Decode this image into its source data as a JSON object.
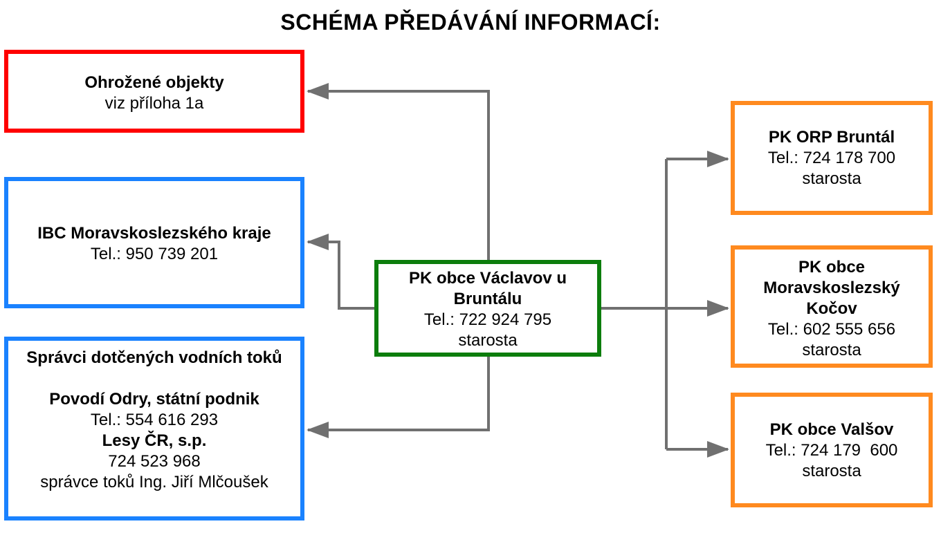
{
  "title": "SCHÉMA PŘEDÁVÁNÍ INFORMACÍ:",
  "colors": {
    "red": "#ff0000",
    "blue": "#1a82ff",
    "green": "#0c7d0c",
    "orange": "#ff8a1f",
    "arrow": "#707070"
  },
  "boxes": {
    "ohrozene": {
      "heading": "Ohrožené objekty",
      "line1": "viz příloha 1a"
    },
    "ibc": {
      "heading": "IBC Moravskoslezského kraje",
      "phone": "Tel.: 950 739 201"
    },
    "spravci": {
      "heading": "Správci dotčených vodních toků",
      "org1": "Povodí Odry, státní podnik",
      "org1_phone": "Tel.: 554 616 293",
      "org2": "Lesy ČR, s.p.",
      "org2_phone": "724 523 968",
      "org2_contact": "správce toků Ing. Jiří Mlčoušek"
    },
    "center": {
      "heading1": "PK obce Václavov u",
      "heading2": "Bruntálu",
      "phone": "Tel.: 722 924 795",
      "role": "starosta"
    },
    "orp": {
      "heading": "PK ORP Bruntál",
      "phone": "Tel.: 724 178 700",
      "role": "starosta"
    },
    "kocov": {
      "heading1": "PK obce",
      "heading2": "Moravskoslezský",
      "heading3": "Kočov",
      "phone": "Tel.: 602 555 656",
      "role": "starosta"
    },
    "valsov": {
      "heading": "PK obce Valšov",
      "phone": "Tel.: 724 179  600",
      "role": "starosta"
    }
  }
}
